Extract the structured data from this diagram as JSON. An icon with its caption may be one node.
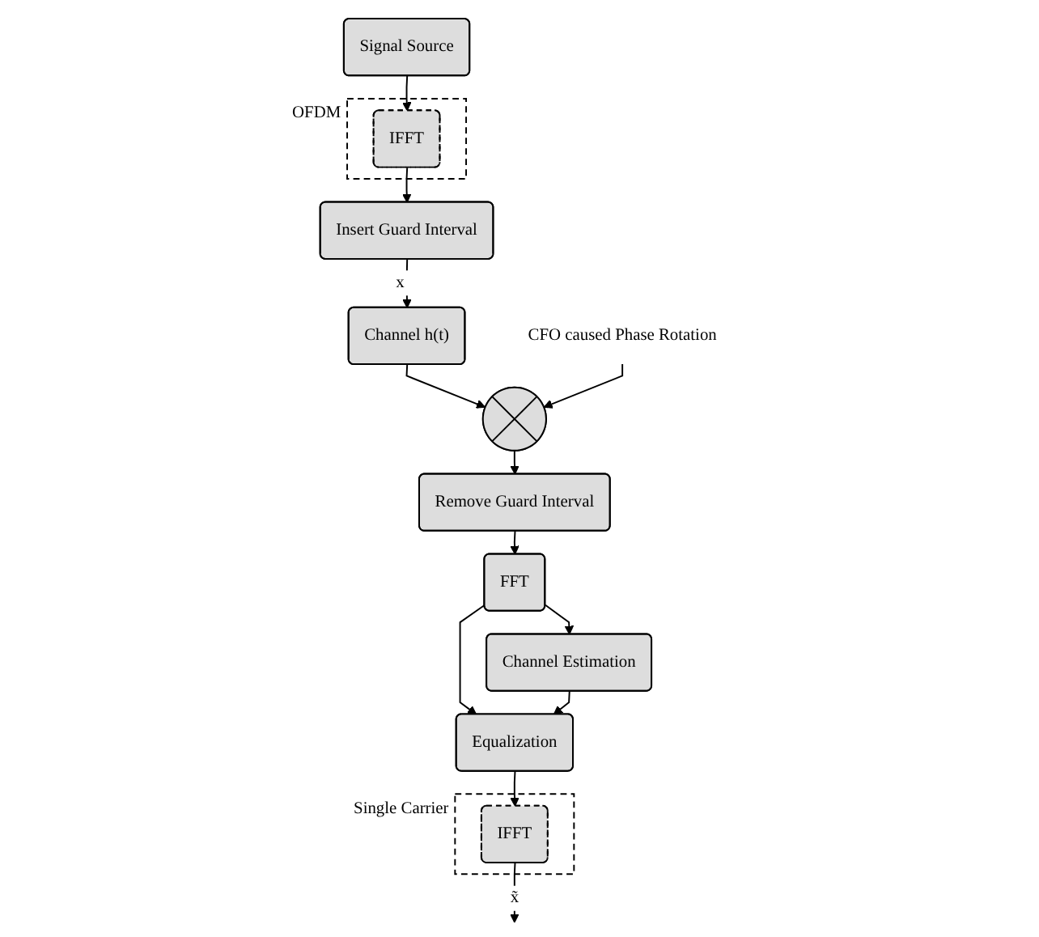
{
  "diagram": {
    "nodes": [
      {
        "text": [
          "Signal Source"
        ]
      },
      {
        "text": [
          "OFDM"
        ]
      },
      {
        "text": [
          "IFFT"
        ],
        "in": 1
      },
      {
        "text": [
          "Insert Guard Interval"
        ]
      },
      {
        "text": [
          "Channel h(t)"
        ]
      },
      {
        "text": [
          "CFO caused Phase Rotation"
        ]
      },
      {
        "text": [],
        "shape": "circle"
      },
      {
        "text": [
          "Remove Guard Interval"
        ]
      },
      {
        "text": [
          "FFT"
        ]
      },
      {
        "text": [
          "Equalization"
        ]
      },
      {
        "text": [
          "Channel Estimation"
        ]
      },
      {
        "text": [
          "Single Carrier"
        ]
      },
      {
        "text": [
          "IFFT"
        ],
        "in": 11
      }
    ],
    "edges": [
      {
        "from": 0,
        "to": 2,
        "arrow": "to"
      },
      {
        "from": 2,
        "to": 3,
        "arrow": "to"
      },
      {
        "from": 3,
        "to": 4,
        "arrow": "to",
        "label": "x⃗"
      },
      {
        "from": 4,
        "to": 6,
        "arrow": "to"
      },
      {
        "from": 5,
        "to": 6,
        "arrow": "to"
      },
      {
        "from": 6,
        "to": 7,
        "arrow": "to"
      },
      {
        "from": 7,
        "to": 8,
        "arrow": "to"
      },
      {
        "from": 8,
        "to": 9,
        "arrow": "to"
      },
      {
        "from": 8,
        "to": 10,
        "arrow": "to"
      },
      {
        "from": 10,
        "to": 9,
        "arrow": "to"
      },
      {
        "from": 9,
        "to": 12,
        "arrow": "to"
      },
      {
        "from": 12,
        "to": null,
        "arrow": "to",
        "label": "x̃"
      }
    ]
  }
}
